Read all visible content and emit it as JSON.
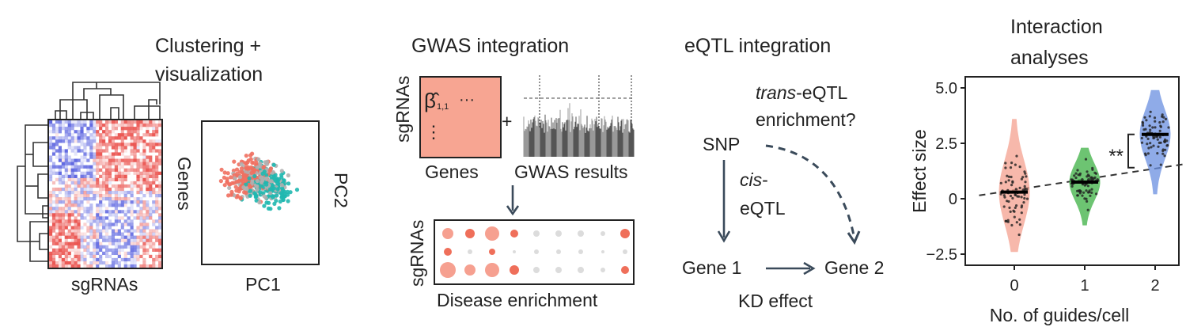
{
  "panels": {
    "clustering": {
      "title_line1": "Clustering +",
      "title_line2": "visualization",
      "heatmap_xlabel": "sgRNAs",
      "heatmap_ylabel": "Genes",
      "pca_xlabel": "PC1",
      "pca_ylabel": "PC2"
    },
    "gwas": {
      "title": "GWAS integration",
      "matrix_ylabel": "sgRNAs",
      "matrix_xlabel": "Genes",
      "beta_symbol": "β̂",
      "beta_subscript": "1,1",
      "ellipsis_h": "···",
      "ellipsis_v": "⋮",
      "plus": "+",
      "manhattan_label": "GWAS results",
      "enrichment_ylabel": "sgRNAs",
      "enrichment_xlabel": "Disease enrichment"
    },
    "eqtl": {
      "title": "eQTL integration",
      "trans_italic": "trans",
      "trans_rest": "-eQTL",
      "trans_line2": "enrichment?",
      "snp": "SNP",
      "cis_italic": "cis",
      "cis_dash": "-",
      "cis_line2": "eQTL",
      "gene1": "Gene 1",
      "gene2": "Gene 2",
      "kd_effect": "KD effect"
    },
    "interaction": {
      "title_line1": "Interaction",
      "title_line2": "analyses",
      "significance": "**"
    }
  },
  "colors": {
    "salmon": "#f4a08f",
    "red_point": "#f07060",
    "teal": "#20b8b0",
    "grey": "#b0b0b0",
    "green": "#3cb043",
    "blue": "#6a8fe0",
    "arrow": "#3a4a5a"
  },
  "chart_data": {
    "type": "scatter",
    "title": "",
    "xlabel": "No. of guides/cell",
    "ylabel": "Effect size",
    "categories": [
      "0",
      "1",
      "2"
    ],
    "yticks": [
      "5.0",
      "2.5",
      "0",
      "−2.5"
    ],
    "ytick_values": [
      5.0,
      2.5,
      0,
      -2.5
    ],
    "ylim": [
      -3.0,
      5.5
    ],
    "series": [
      {
        "category": "0",
        "median": 0.3,
        "min": -2.4,
        "max": 3.6,
        "color": "#f4a08f"
      },
      {
        "category": "1",
        "median": 0.75,
        "min": -1.2,
        "max": 2.3,
        "color": "#3cb043"
      },
      {
        "category": "2",
        "median": 2.9,
        "min": 0.2,
        "max": 4.9,
        "color": "#6a8fe0"
      }
    ],
    "trend": {
      "x0": -0.5,
      "y0": 0.15,
      "x1": 2.7,
      "y1": 1.7
    }
  }
}
